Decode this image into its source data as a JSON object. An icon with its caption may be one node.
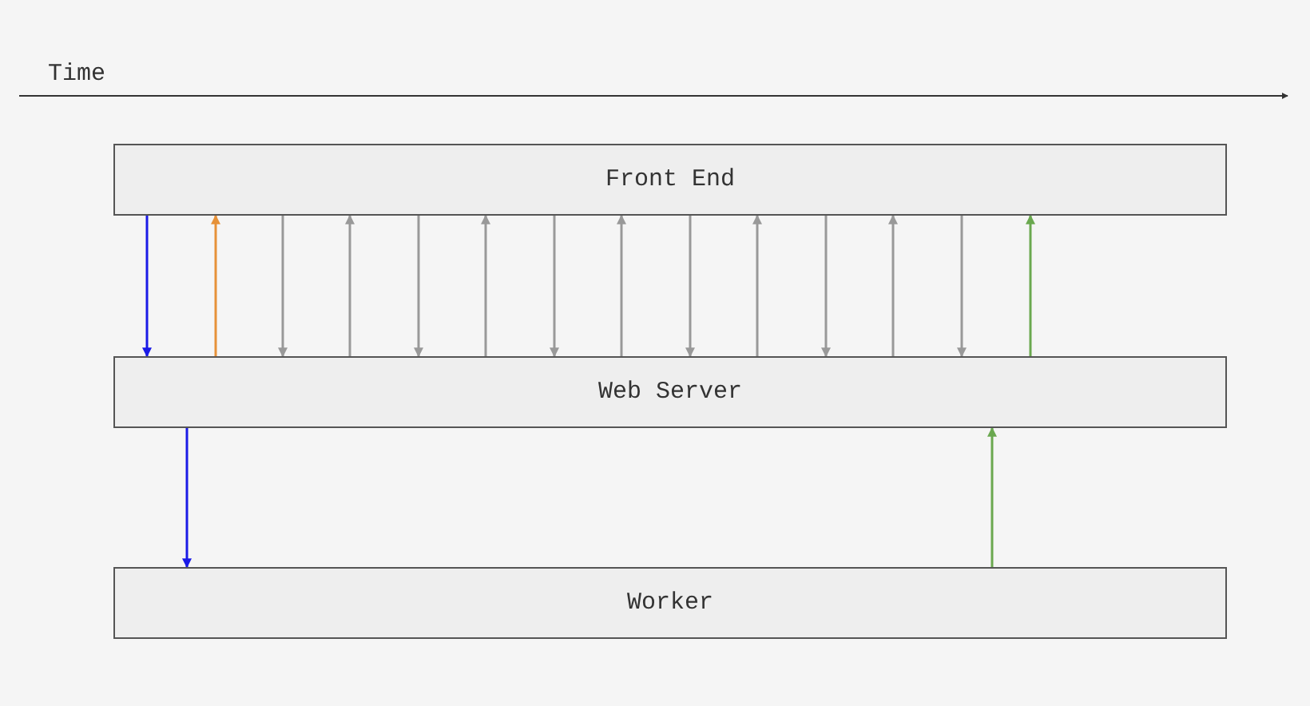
{
  "diagram": {
    "nodes": [
      {
        "text": [
          "Front End"
        ]
      },
      {
        "text": [
          "Web Server"
        ]
      },
      {
        "text": [
          "Worker"
        ]
      }
    ],
    "edges": [
      {
        "from": 0,
        "to": 1,
        "arrow": "to",
        "color": "#1a1ae6"
      },
      {
        "from": 1,
        "to": 0,
        "arrow": "to",
        "color": "#e69138"
      },
      {
        "from": 0,
        "to": 1,
        "arrow": "to"
      },
      {
        "from": 1,
        "to": 0,
        "arrow": "to"
      },
      {
        "from": 0,
        "to": 1,
        "arrow": "to"
      },
      {
        "from": 1,
        "to": 0,
        "arrow": "to"
      },
      {
        "from": 0,
        "to": 1,
        "arrow": "to"
      },
      {
        "from": 1,
        "to": 0,
        "arrow": "to"
      },
      {
        "from": 0,
        "to": 1,
        "arrow": "to"
      },
      {
        "from": 1,
        "to": 0,
        "arrow": "to"
      },
      {
        "from": 0,
        "to": 1,
        "arrow": "to"
      },
      {
        "from": 1,
        "to": 0,
        "arrow": "to"
      },
      {
        "from": 0,
        "to": 1,
        "arrow": "to"
      },
      {
        "from": 1,
        "to": 0,
        "arrow": "to",
        "color": "#6aa84f"
      },
      {
        "from": 1,
        "to": 2,
        "arrow": "to",
        "color": "#1a1ae6"
      },
      {
        "from": 2,
        "to": 1,
        "arrow": "to",
        "color": "#6aa84f"
      }
    ],
    "labels": [
      "Time"
    ]
  }
}
